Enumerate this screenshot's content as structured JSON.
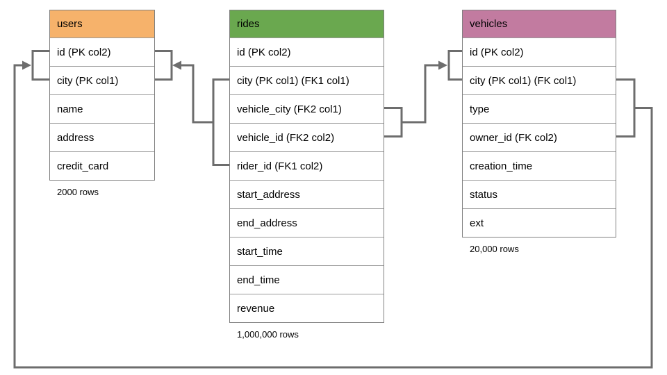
{
  "colors": {
    "users_header_bg": "#F6B26B",
    "rides_header_bg": "#6AA84F",
    "vehicles_header_bg": "#C27BA0",
    "connector": "#6D6D6D",
    "cell_border": "#999999"
  },
  "tables": [
    {
      "name": "users",
      "rows": [
        "id (PK col2)",
        "city (PK col1)",
        "name",
        "address",
        "credit_card"
      ],
      "row_count": "2000 rows"
    },
    {
      "name": "rides",
      "rows": [
        "id (PK col2)",
        "city (PK col1) (FK1 col1)",
        "vehicle_city (FK2 col1)",
        "vehicle_id (FK2 col2)",
        "rider_id (FK1 col2)",
        "start_address",
        "end_address",
        "start_time",
        "end_time",
        "revenue"
      ],
      "row_count": "1,000,000 rows"
    },
    {
      "name": "vehicles",
      "rows": [
        "id (PK col2)",
        "city (PK col1) (FK col1)",
        "type",
        "owner_id (FK col2)",
        "creation_time",
        "status",
        "ext"
      ],
      "row_count": "20,000 rows"
    }
  ],
  "relationships": [
    {
      "from_table": "rides",
      "from_columns": "city (FK1 col1), rider_id (FK1 col2)",
      "to_table": "users",
      "to_columns": "id (PK col2), city (PK col1)"
    },
    {
      "from_table": "rides",
      "from_columns": "vehicle_city (FK2 col1), vehicle_id (FK2 col2)",
      "to_table": "vehicles",
      "to_columns": "id (PK col2), city (PK col1)"
    },
    {
      "from_table": "vehicles",
      "from_columns": "city (FK col1), owner_id (FK col2)",
      "to_table": "users",
      "to_columns": "id (PK col2), city (PK col1)"
    }
  ]
}
